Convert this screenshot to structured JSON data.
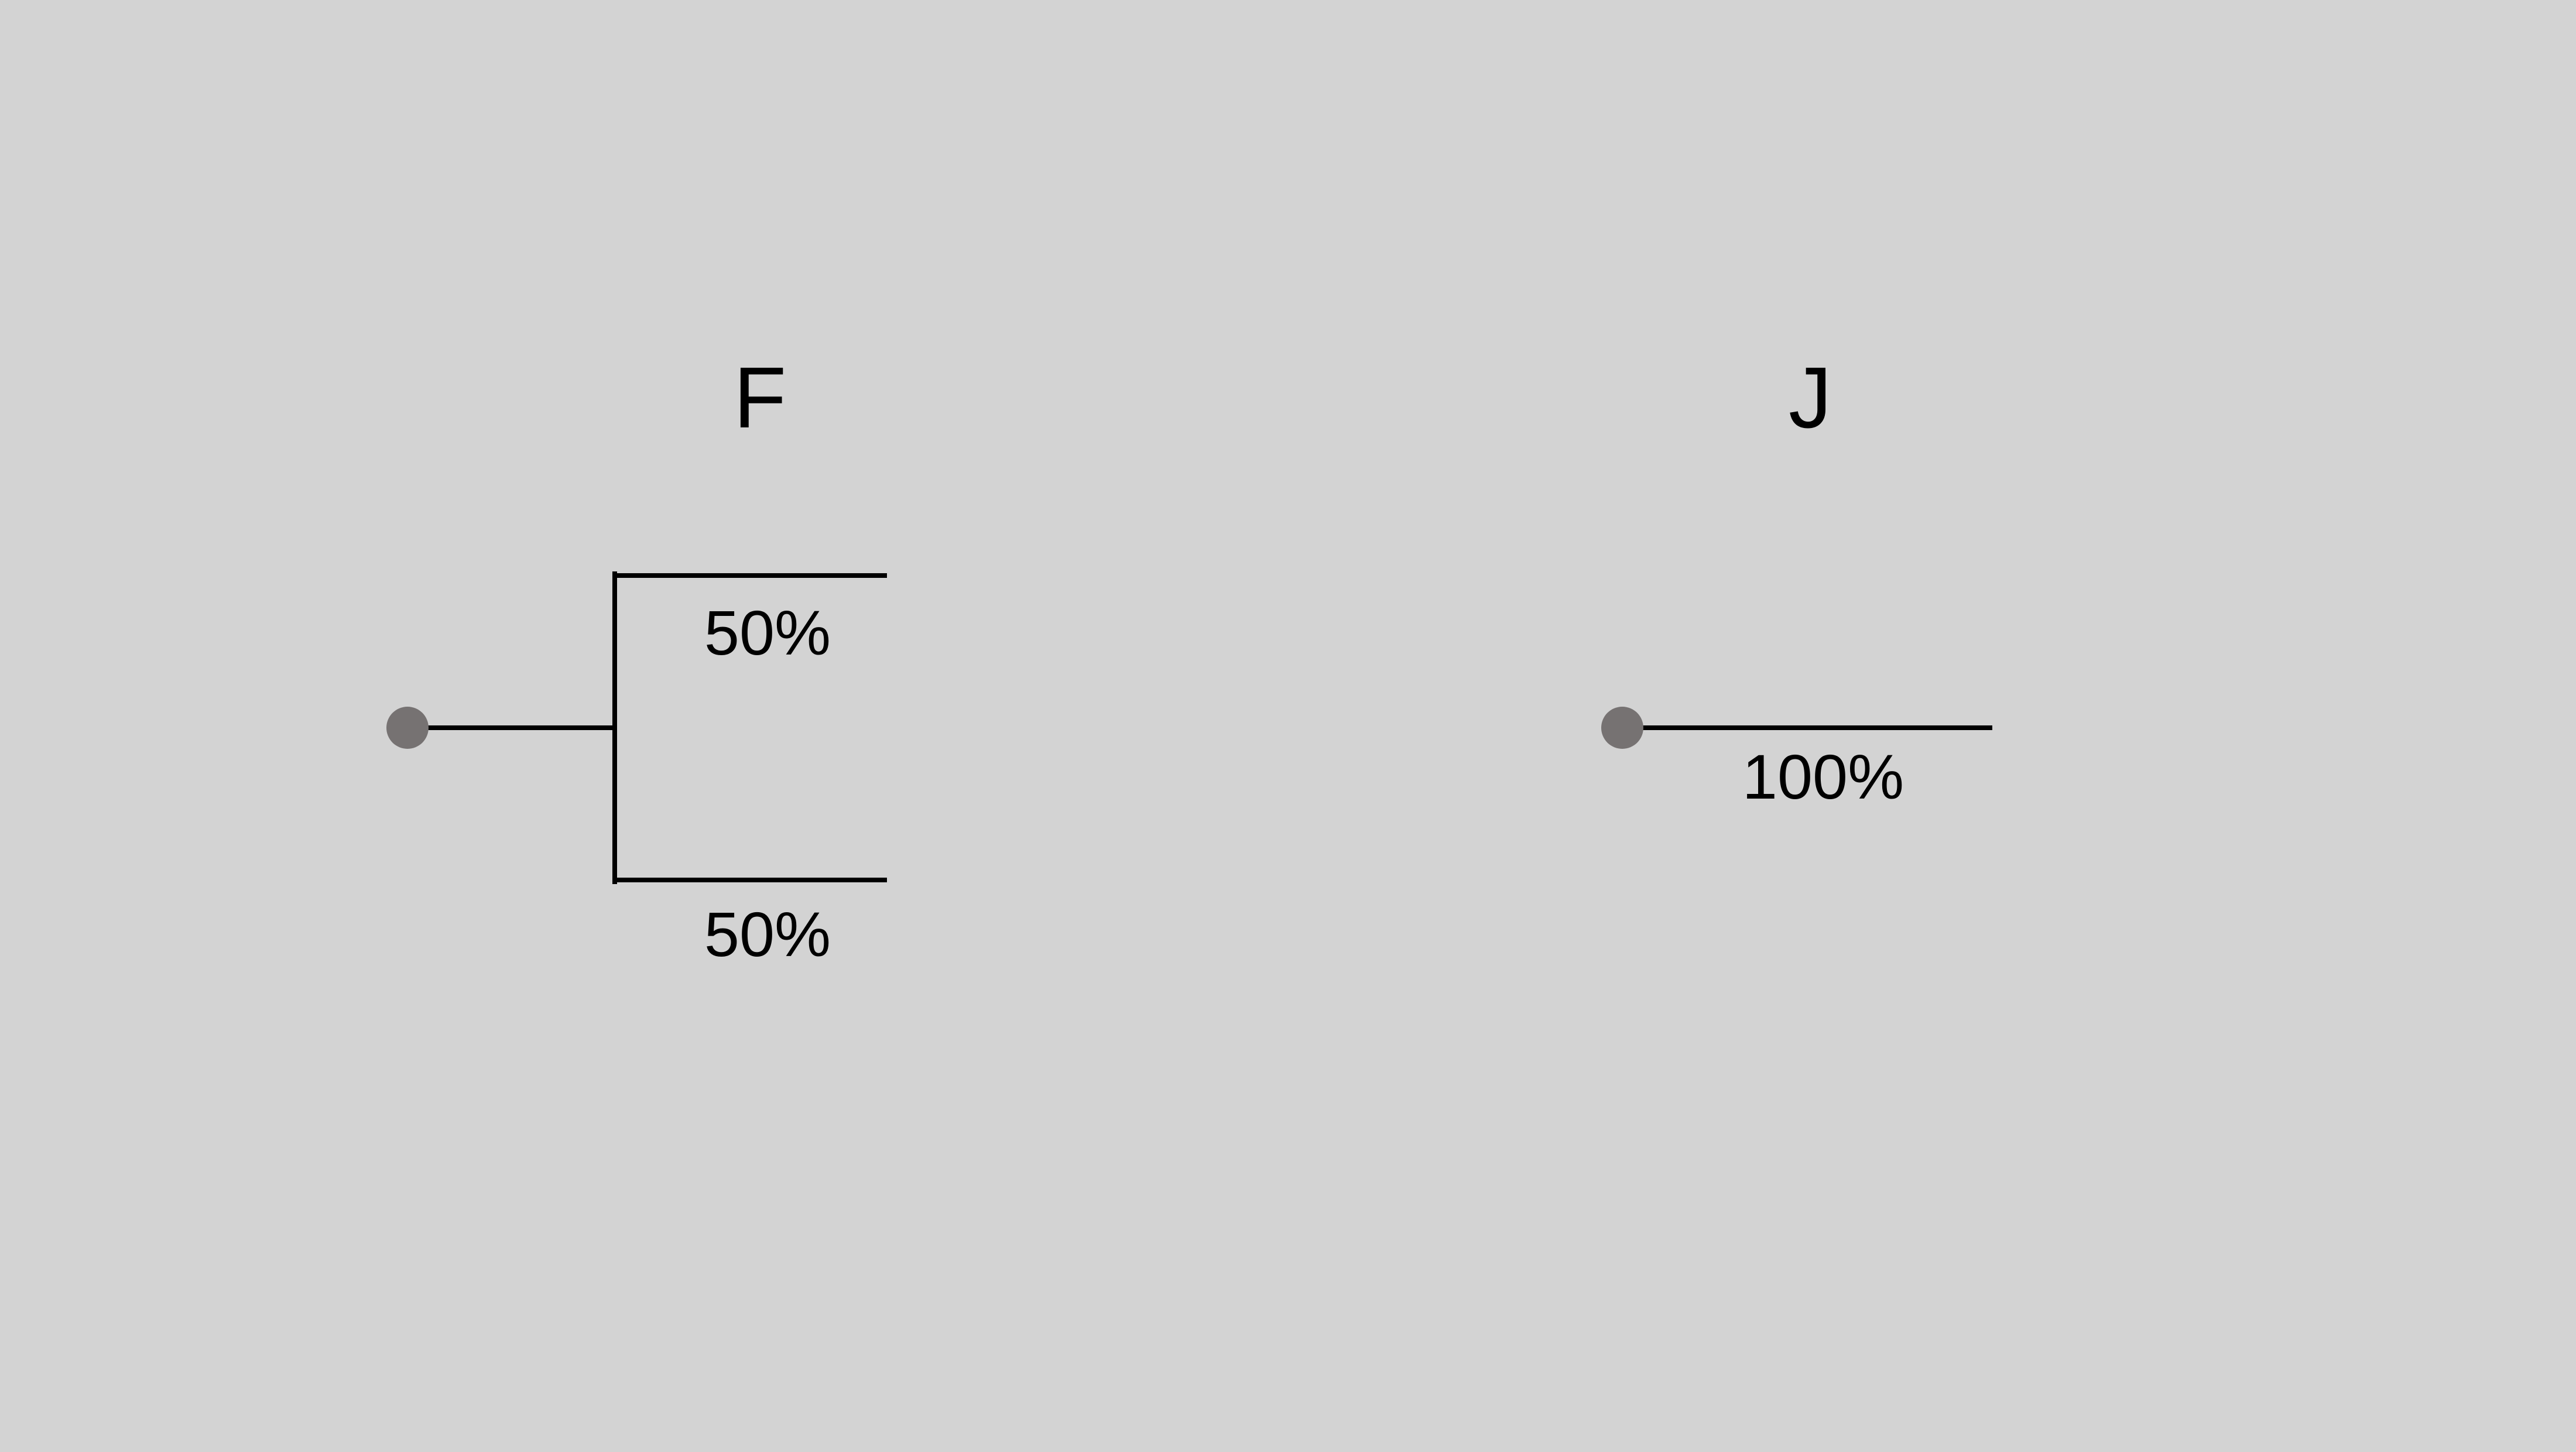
{
  "colors": {
    "background": "#d3d3d3",
    "line": "#000000",
    "node": "#767272"
  },
  "panels": [
    {
      "title": "F",
      "branches": [
        {
          "label": "50%",
          "probability": 0.5
        },
        {
          "label": "50%",
          "probability": 0.5
        }
      ]
    },
    {
      "title": "J",
      "branches": [
        {
          "label": "100%",
          "probability": 1.0
        }
      ]
    }
  ]
}
